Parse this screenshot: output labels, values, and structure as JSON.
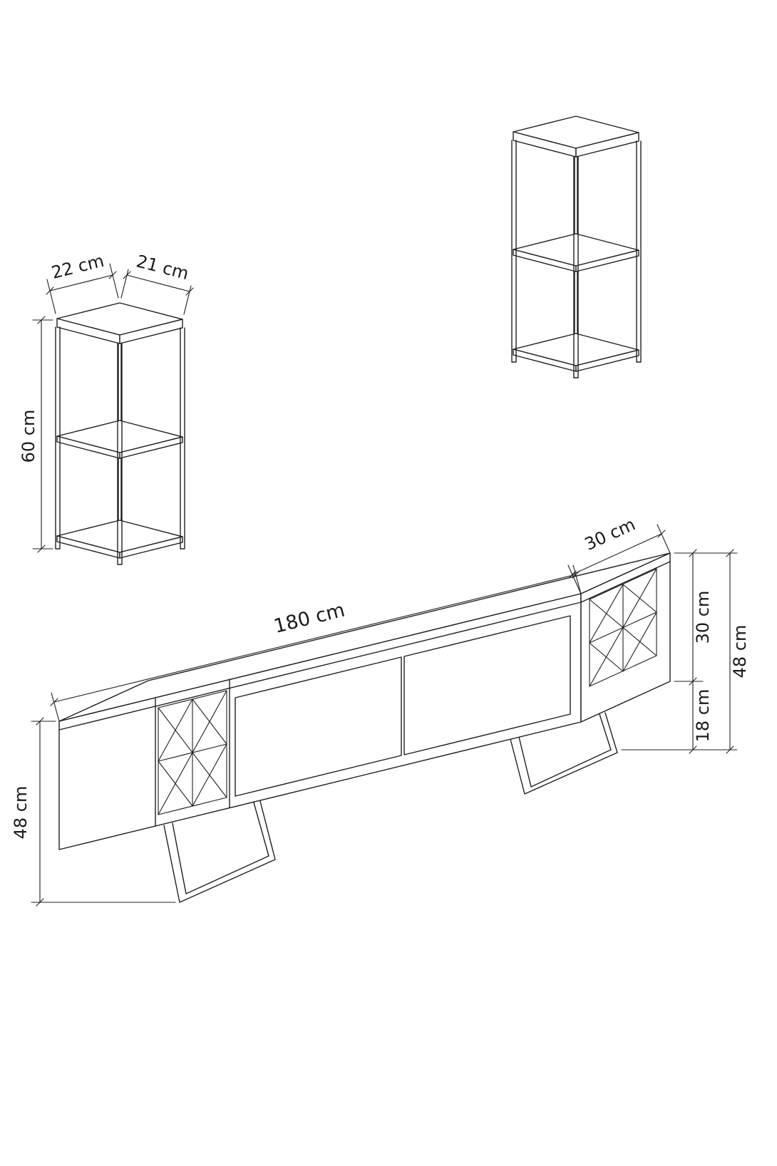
{
  "colors": {
    "line": "#1f1f1f",
    "text": "#1a1a1a",
    "background": "#ffffff"
  },
  "side_table": {
    "width_label": "22 cm",
    "depth_label": "21 cm",
    "height_label": "60 cm"
  },
  "tv_stand": {
    "length_label": "180 cm",
    "depth_label": "30 cm",
    "upper_height_label": "30 cm",
    "leg_height_label": "18 cm",
    "height_right_label": "48 cm",
    "height_left_label": "48 cm"
  }
}
